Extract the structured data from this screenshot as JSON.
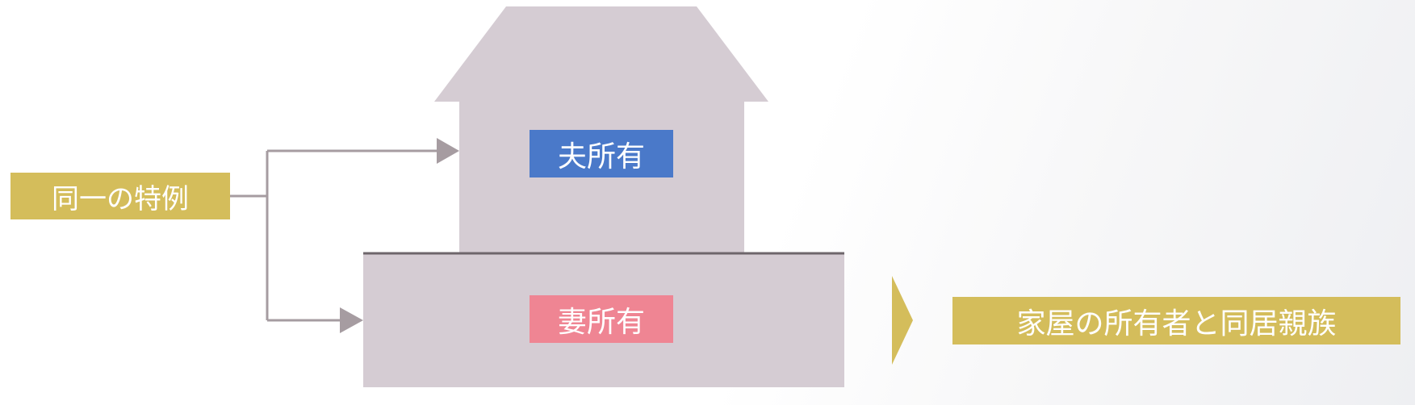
{
  "source_label": "同一の特例",
  "owners": {
    "husband": "夫所有",
    "wife": "妻所有"
  },
  "result_label": "家屋の所有者と同居親族",
  "colors": {
    "house": "#d5ccd3",
    "connector": "#a69ca1",
    "floor_divider": "#6e666b",
    "gold": "#d4bd5b",
    "husband": "#4a79c9",
    "wife": "#ef8593"
  }
}
